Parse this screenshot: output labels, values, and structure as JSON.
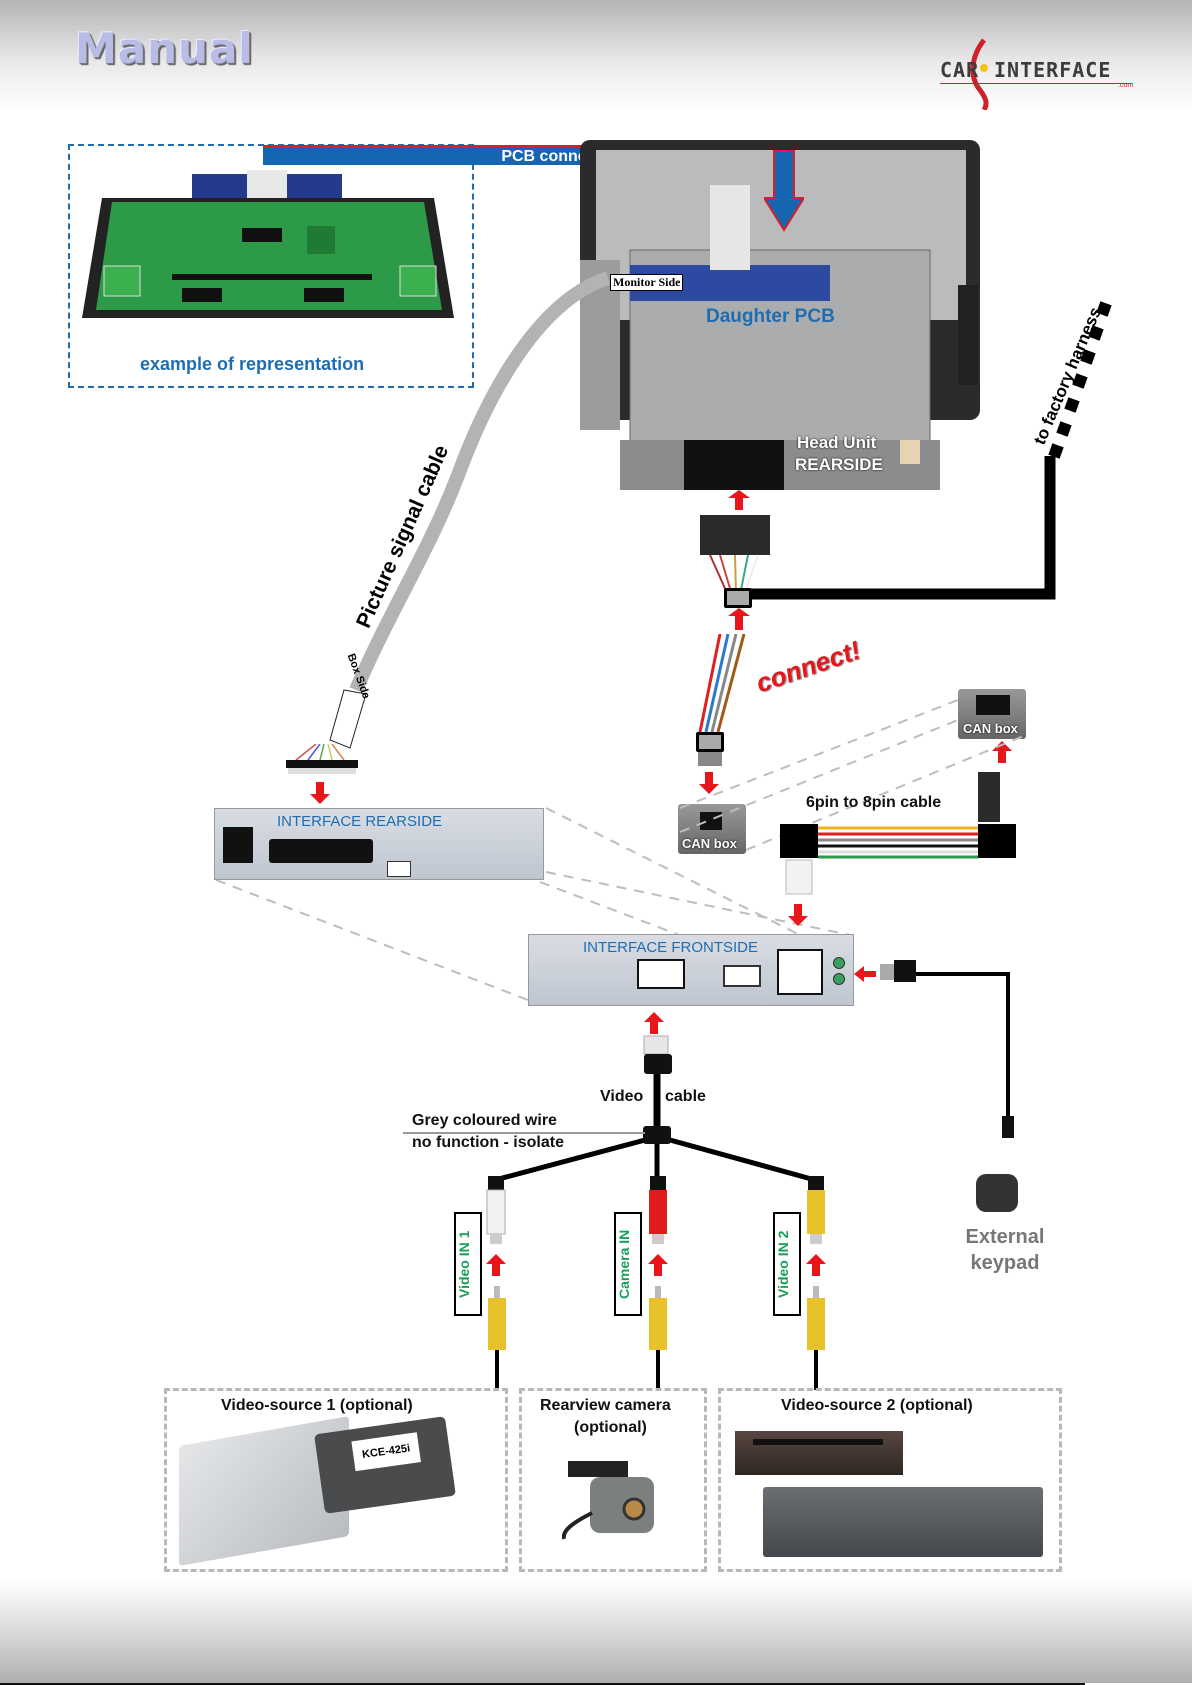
{
  "header": {
    "title": "Manual",
    "logo": {
      "text_left": "CAR",
      "text_right": "INTERFACE",
      "suffix": ".com"
    }
  },
  "example_box": {
    "caption": "example of representation"
  },
  "pcb_banner": {
    "text": "PCB connection inside the monitor"
  },
  "head_unit": {
    "monitor_side_label": "Monitor Side",
    "daughter_pcb_label": "Daughter PCB",
    "rearside_label_line1": "Head Unit",
    "rearside_label_line2": "REARSIDE"
  },
  "factory_harness_label": "to factory harness",
  "picture_cable": {
    "label": "Picture signal cable",
    "box_side_label": "Box Side"
  },
  "connect_label": "connect!",
  "can_box": {
    "top_label": "CAN box",
    "bottom_label": "CAN box"
  },
  "six_to_eight_cable_label": "6pin to 8pin cable",
  "interface_rear": {
    "label": "INTERFACE   REARSIDE"
  },
  "interface_front": {
    "label": "INTERFACE   FRONTSIDE"
  },
  "video_cable": {
    "label_left": "Video",
    "label_right": "cable",
    "grey_wire_line1": "Grey coloured wire",
    "grey_wire_line2": "no function - isolate"
  },
  "inputs": [
    {
      "label": "Video IN 1",
      "plug_color": "#f2f2f2"
    },
    {
      "label": "Camera IN",
      "plug_color": "#e01b1b"
    },
    {
      "label": "Video IN 2",
      "plug_color": "#e8c22a"
    }
  ],
  "keypad": {
    "line1": "External",
    "line2": "keypad"
  },
  "sources": [
    {
      "title": "Video-source 1 (optional)",
      "device_label": "KCE-425i"
    },
    {
      "title_line1": "Rearview camera",
      "title_line2": "(optional)"
    },
    {
      "title": "Video-source 2 (optional)"
    }
  ],
  "colors": {
    "accent_blue": "#1f6db0",
    "arrow_red": "#e8161b",
    "label_green": "#17a05a"
  }
}
